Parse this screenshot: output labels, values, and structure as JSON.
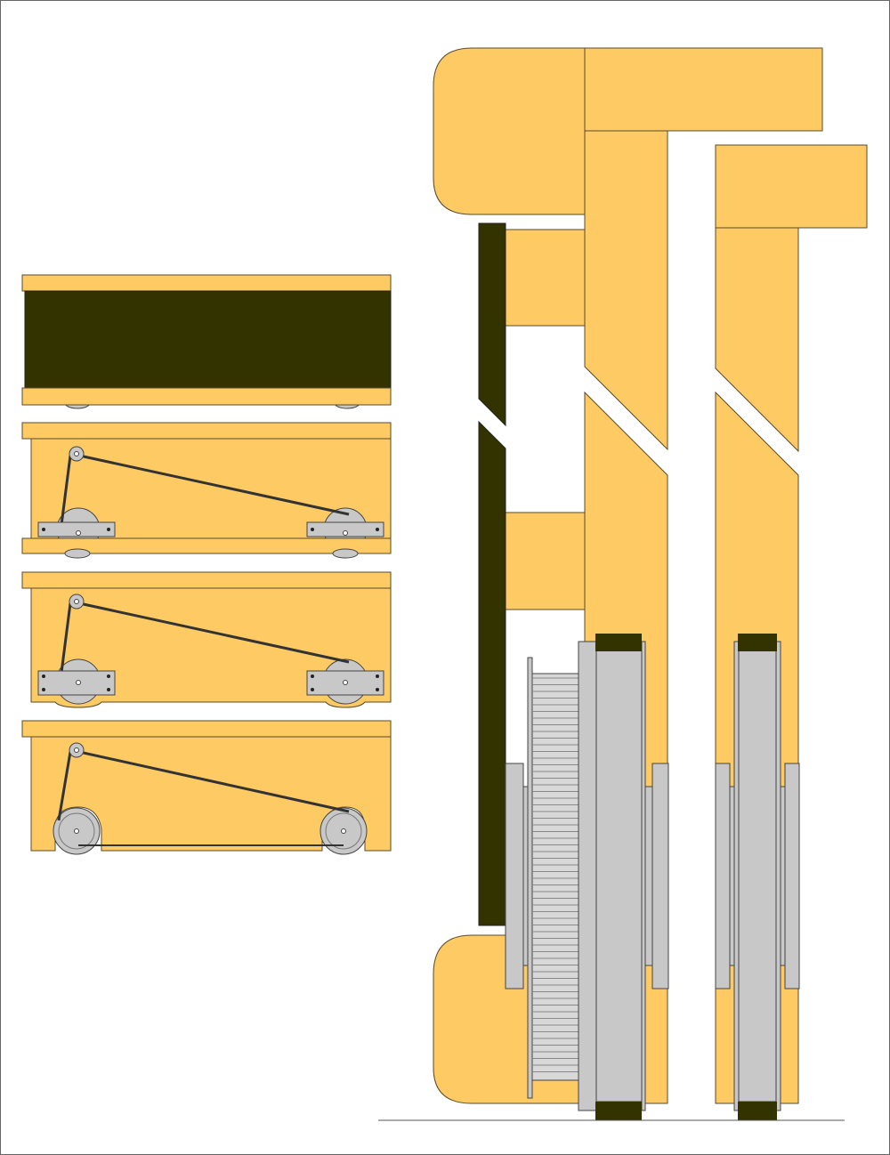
{
  "diagram": {
    "colors": {
      "wood": "#fdca64",
      "wood_stroke": "#5a4a2a",
      "dark_belt": "#333300",
      "metal": "#c8c8c8",
      "metal_stroke": "#444444",
      "belt_line": "#333333",
      "frame": "#666666"
    },
    "views": [
      {
        "id": "side-view-covered",
        "description_name": "belt-cover"
      },
      {
        "id": "side-view-plates-top"
      },
      {
        "id": "side-view-plates-bottom"
      },
      {
        "id": "side-view-open"
      }
    ],
    "parts": [
      "bracket-plate",
      "drive-pulley",
      "idler-pulley",
      "belt",
      "wood-frame",
      "cross-section"
    ]
  }
}
